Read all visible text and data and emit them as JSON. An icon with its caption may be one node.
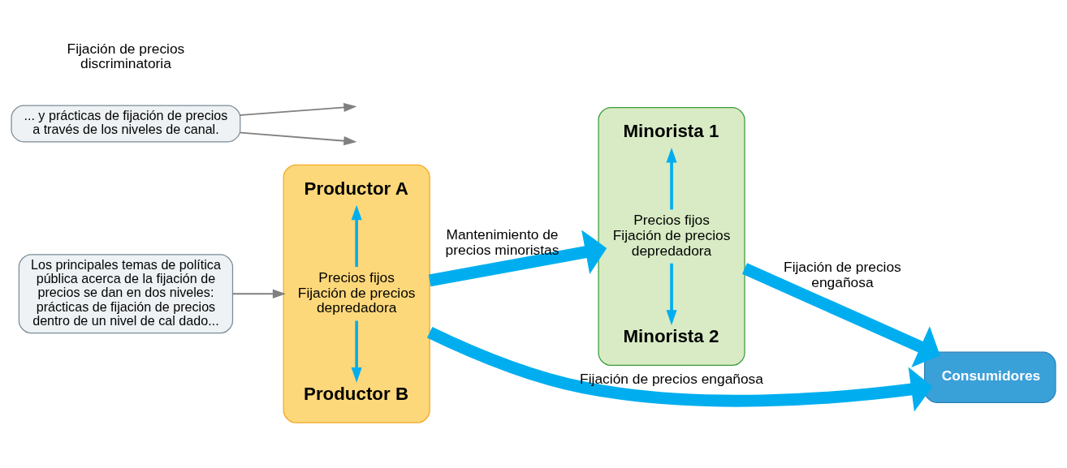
{
  "diagram": {
    "nodes": [
      {
        "text": [
          "Los principales temas de política pública acerca de la fijación de precios se dan en dos niveles: prácticas de fijación de precios dentro de un nivel de cal dado..."
        ]
      },
      {
        "text": [],
        "shape": "box"
      },
      {
        "text": [
          "Productor A"
        ],
        "in": 1
      },
      {
        "text": [
          "Precios fijos Fijación de precios depredadora"
        ],
        "in": 1
      },
      {
        "text": [
          "Productor B"
        ],
        "in": 1
      },
      {
        "text": [],
        "shape": "box"
      },
      {
        "text": [
          "Minorista 1"
        ],
        "in": 5
      },
      {
        "text": [
          "Precios fijos Fijación de precios depredadora"
        ],
        "in": 5
      },
      {
        "text": [
          "Minorista 2"
        ],
        "in": 5
      },
      {
        "text": [
          "Consumidores"
        ]
      },
      {
        "text": [
          "... y prácticas de fijación de precios a través de los niveles de canal."
        ]
      }
    ],
    "edges": [
      {
        "from": 0,
        "to": 1,
        "arrow": "to",
        "color": "#808080"
      },
      {
        "from": 3,
        "to": 2,
        "arrow": "to"
      },
      {
        "from": 3,
        "to": 4,
        "arrow": "to"
      },
      {
        "from": 7,
        "to": 6,
        "arrow": "to"
      },
      {
        "from": 7,
        "to": 8,
        "arrow": "to"
      },
      {
        "from": 1,
        "to": 5,
        "arrow": "to",
        "style": "thick",
        "label": "Mantenimiento de precios minoristas"
      },
      {
        "from": 1,
        "to": 9,
        "arrow": "to",
        "style": "thick",
        "label": "Fijación de precios engañosa"
      },
      {
        "from": 5,
        "to": 9,
        "arrow": "to",
        "style": "thick",
        "label": "Fijación de precios engañosa"
      },
      {
        "from": 10,
        "to": null,
        "arrow": "to",
        "color": "#808080"
      },
      {
        "from": 10,
        "to": null,
        "arrow": "to",
        "color": "#808080"
      }
    ],
    "labels": [
      "Fijación de precios discriminatoria"
    ]
  }
}
